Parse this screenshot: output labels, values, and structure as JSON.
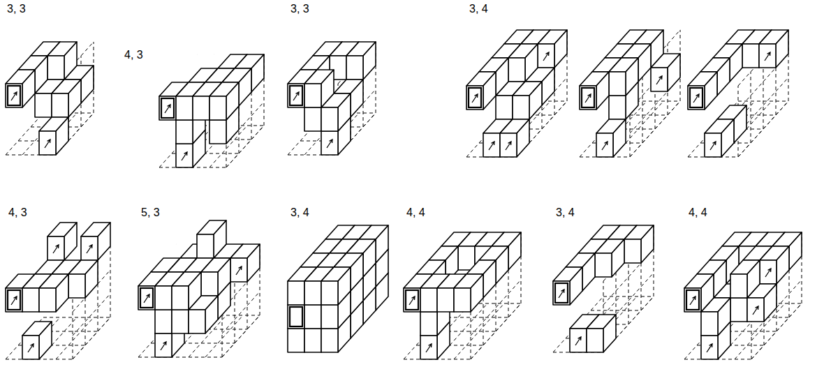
{
  "diagram": {
    "labels": [
      "3, 3",
      "4, 3",
      "3, 3",
      "3, 4",
      "4, 3",
      "5, 3",
      "3, 4",
      "4, 4",
      "3, 4",
      "4, 4"
    ]
  }
}
